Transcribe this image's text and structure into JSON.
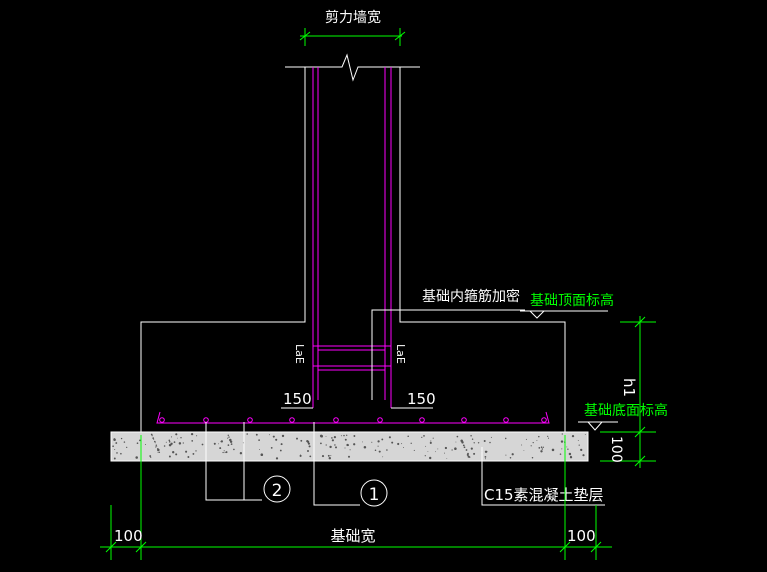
{
  "labels": {
    "wall_width": "剪力墙宽",
    "stirrup_densify": "基础内箍筋加密",
    "top_elevation": "基础顶面标高",
    "bottom_elevation": "基础底面标高",
    "h1": "h1",
    "lae_left": "LaE",
    "lae_right": "LaE",
    "dim_150_left": "150",
    "dim_150_right": "150",
    "dim_100_vertical": "100",
    "dim_100_left": "100",
    "dim_100_right": "100",
    "foundation_width": "基础宽",
    "cushion": "C15素混凝土垫层",
    "rebar_2": "2",
    "rebar_1": "1"
  },
  "colors": {
    "background": "#000000",
    "line": "#ffffff",
    "rebar": "#ff00ff",
    "dimension": "#00ff00",
    "elevation_text": "#00ff00",
    "cushion_fill": "#d9d9d9"
  }
}
